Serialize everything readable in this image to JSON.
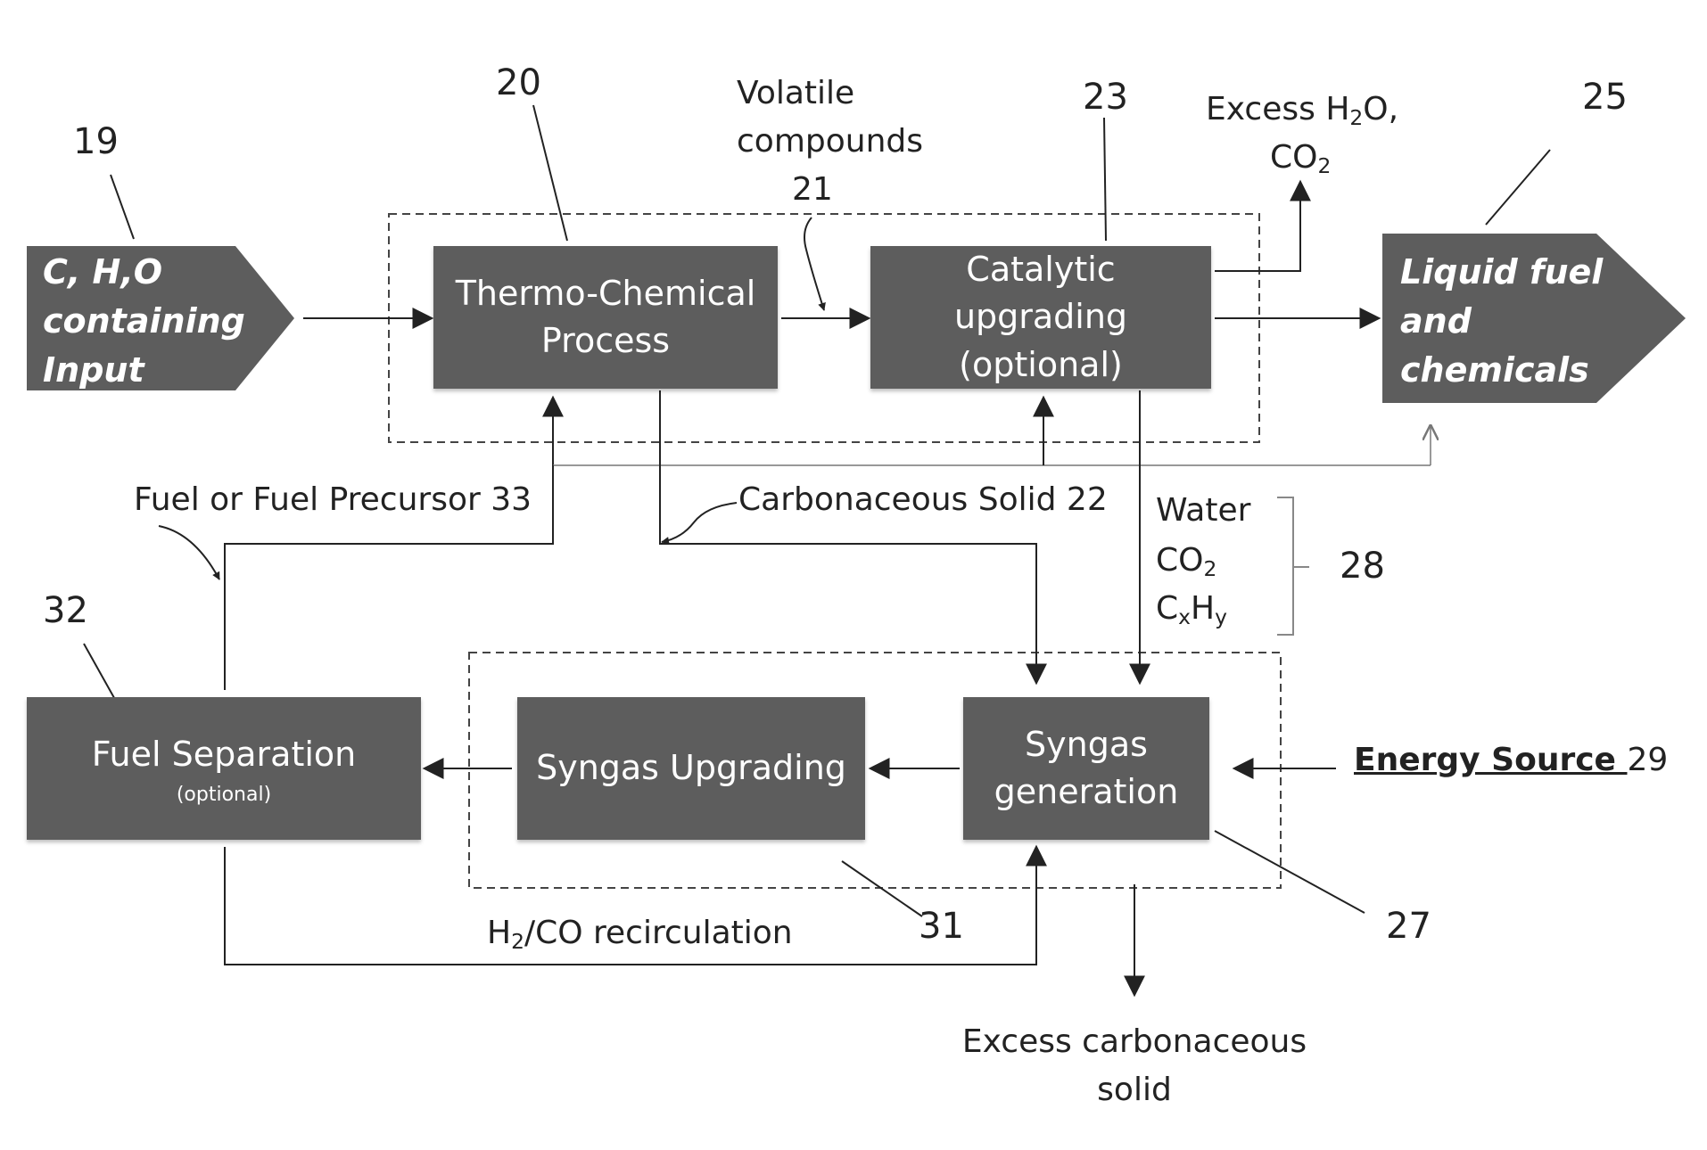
{
  "input_shape": {
    "label": "C, H,O\ncontaining\nInput",
    "ref": "19"
  },
  "output_shape": {
    "label": "Liquid fuel\nand\nchemicals",
    "ref": "25"
  },
  "boxes": {
    "thermo": {
      "label": "Thermo-Chemical\nProcess",
      "ref": "20"
    },
    "catalytic": {
      "label": "Catalytic\nupgrading\n(optional)",
      "ref": "23"
    },
    "syngas_gen": {
      "label": "Syngas\ngeneration",
      "ref": "27"
    },
    "syngas_up": {
      "label": "Syngas Upgrading",
      "ref": "31"
    },
    "fuel_sep": {
      "label": "Fuel Separation",
      "sub": "(optional)",
      "ref": "32"
    }
  },
  "labels": {
    "volatile_1": "Volatile",
    "volatile_2": "compounds",
    "volatile_ref": "21",
    "excess_h2o_pre": "Excess H",
    "excess_h2o_sub": "2",
    "excess_h2o_post": "O,",
    "co2_top_pre": "CO",
    "co2_top_sub": "2",
    "carbonaceous": "Carbonaceous Solid 22",
    "fuel_precursor": "Fuel or Fuel Precursor 33",
    "water": "Water",
    "co2_mid_pre": "CO",
    "co2_mid_sub": "2",
    "cxhy_c": "C",
    "cxhy_x": "x",
    "cxhy_h": "H",
    "cxhy_y": "y",
    "group_ref": "28",
    "energy_name": "Energy Source ",
    "energy_ref": "29",
    "h2co_pre": "H",
    "h2co_sub": "2",
    "h2co_post": "/CO recirculation",
    "excess_solid_1": "Excess carbonaceous",
    "excess_solid_2": "solid"
  },
  "colors": {
    "box_fill": "#5d5d5d",
    "line": "#222222",
    "label_text": "#ffffff"
  }
}
